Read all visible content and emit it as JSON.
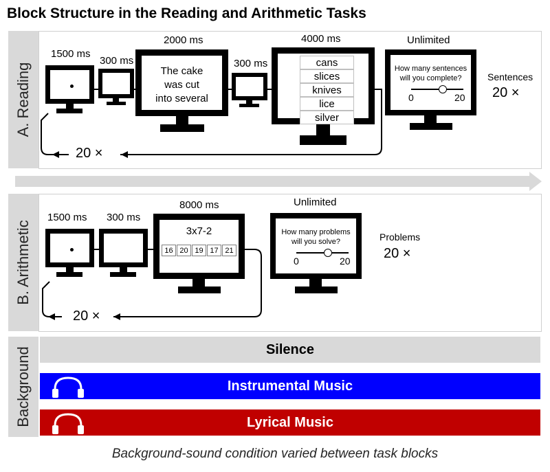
{
  "title": "Block Structure in the Reading and Arithmetic Tasks",
  "reading": {
    "label": "A. Reading",
    "durations": [
      "1500 ms",
      "300 ms",
      "2000 ms",
      "300 ms",
      "4000 ms",
      "Unlimited"
    ],
    "sentence_fragment": [
      "The cake",
      "was cut",
      "into several"
    ],
    "word_options": [
      "cans",
      "slices",
      "knives",
      "lice",
      "silver"
    ],
    "question_lines": [
      "How many sentences",
      "will you complete?"
    ],
    "slider_min": "0",
    "slider_max": "20",
    "side_label": "Sentences",
    "side_count": "20 ×",
    "loop_count": "20 ×"
  },
  "arithmetic": {
    "label": "B. Arithmetic",
    "durations": [
      "1500 ms",
      "300 ms",
      "8000 ms",
      "Unlimited"
    ],
    "problem": "3x7-2",
    "answer_options": [
      "16",
      "20",
      "19",
      "17",
      "21"
    ],
    "question_lines": [
      "How many problems",
      "will you solve?"
    ],
    "slider_min": "0",
    "slider_max": "20",
    "side_label": "Problems",
    "side_count": "20 ×",
    "loop_count": "20 ×"
  },
  "background": {
    "label": "Background",
    "conditions": [
      {
        "label": "Silence",
        "color": "#d9d9d9",
        "text_color": "#000000"
      },
      {
        "label": "Instrumental Music",
        "color": "#0000ff",
        "text_color": "#ffffff",
        "icon": "headphones-icon"
      },
      {
        "label": "Lyrical Music",
        "color": "#c00000",
        "text_color": "#ffffff",
        "icon": "headphones-icon"
      }
    ]
  },
  "caption": "Background-sound condition varied between task blocks"
}
